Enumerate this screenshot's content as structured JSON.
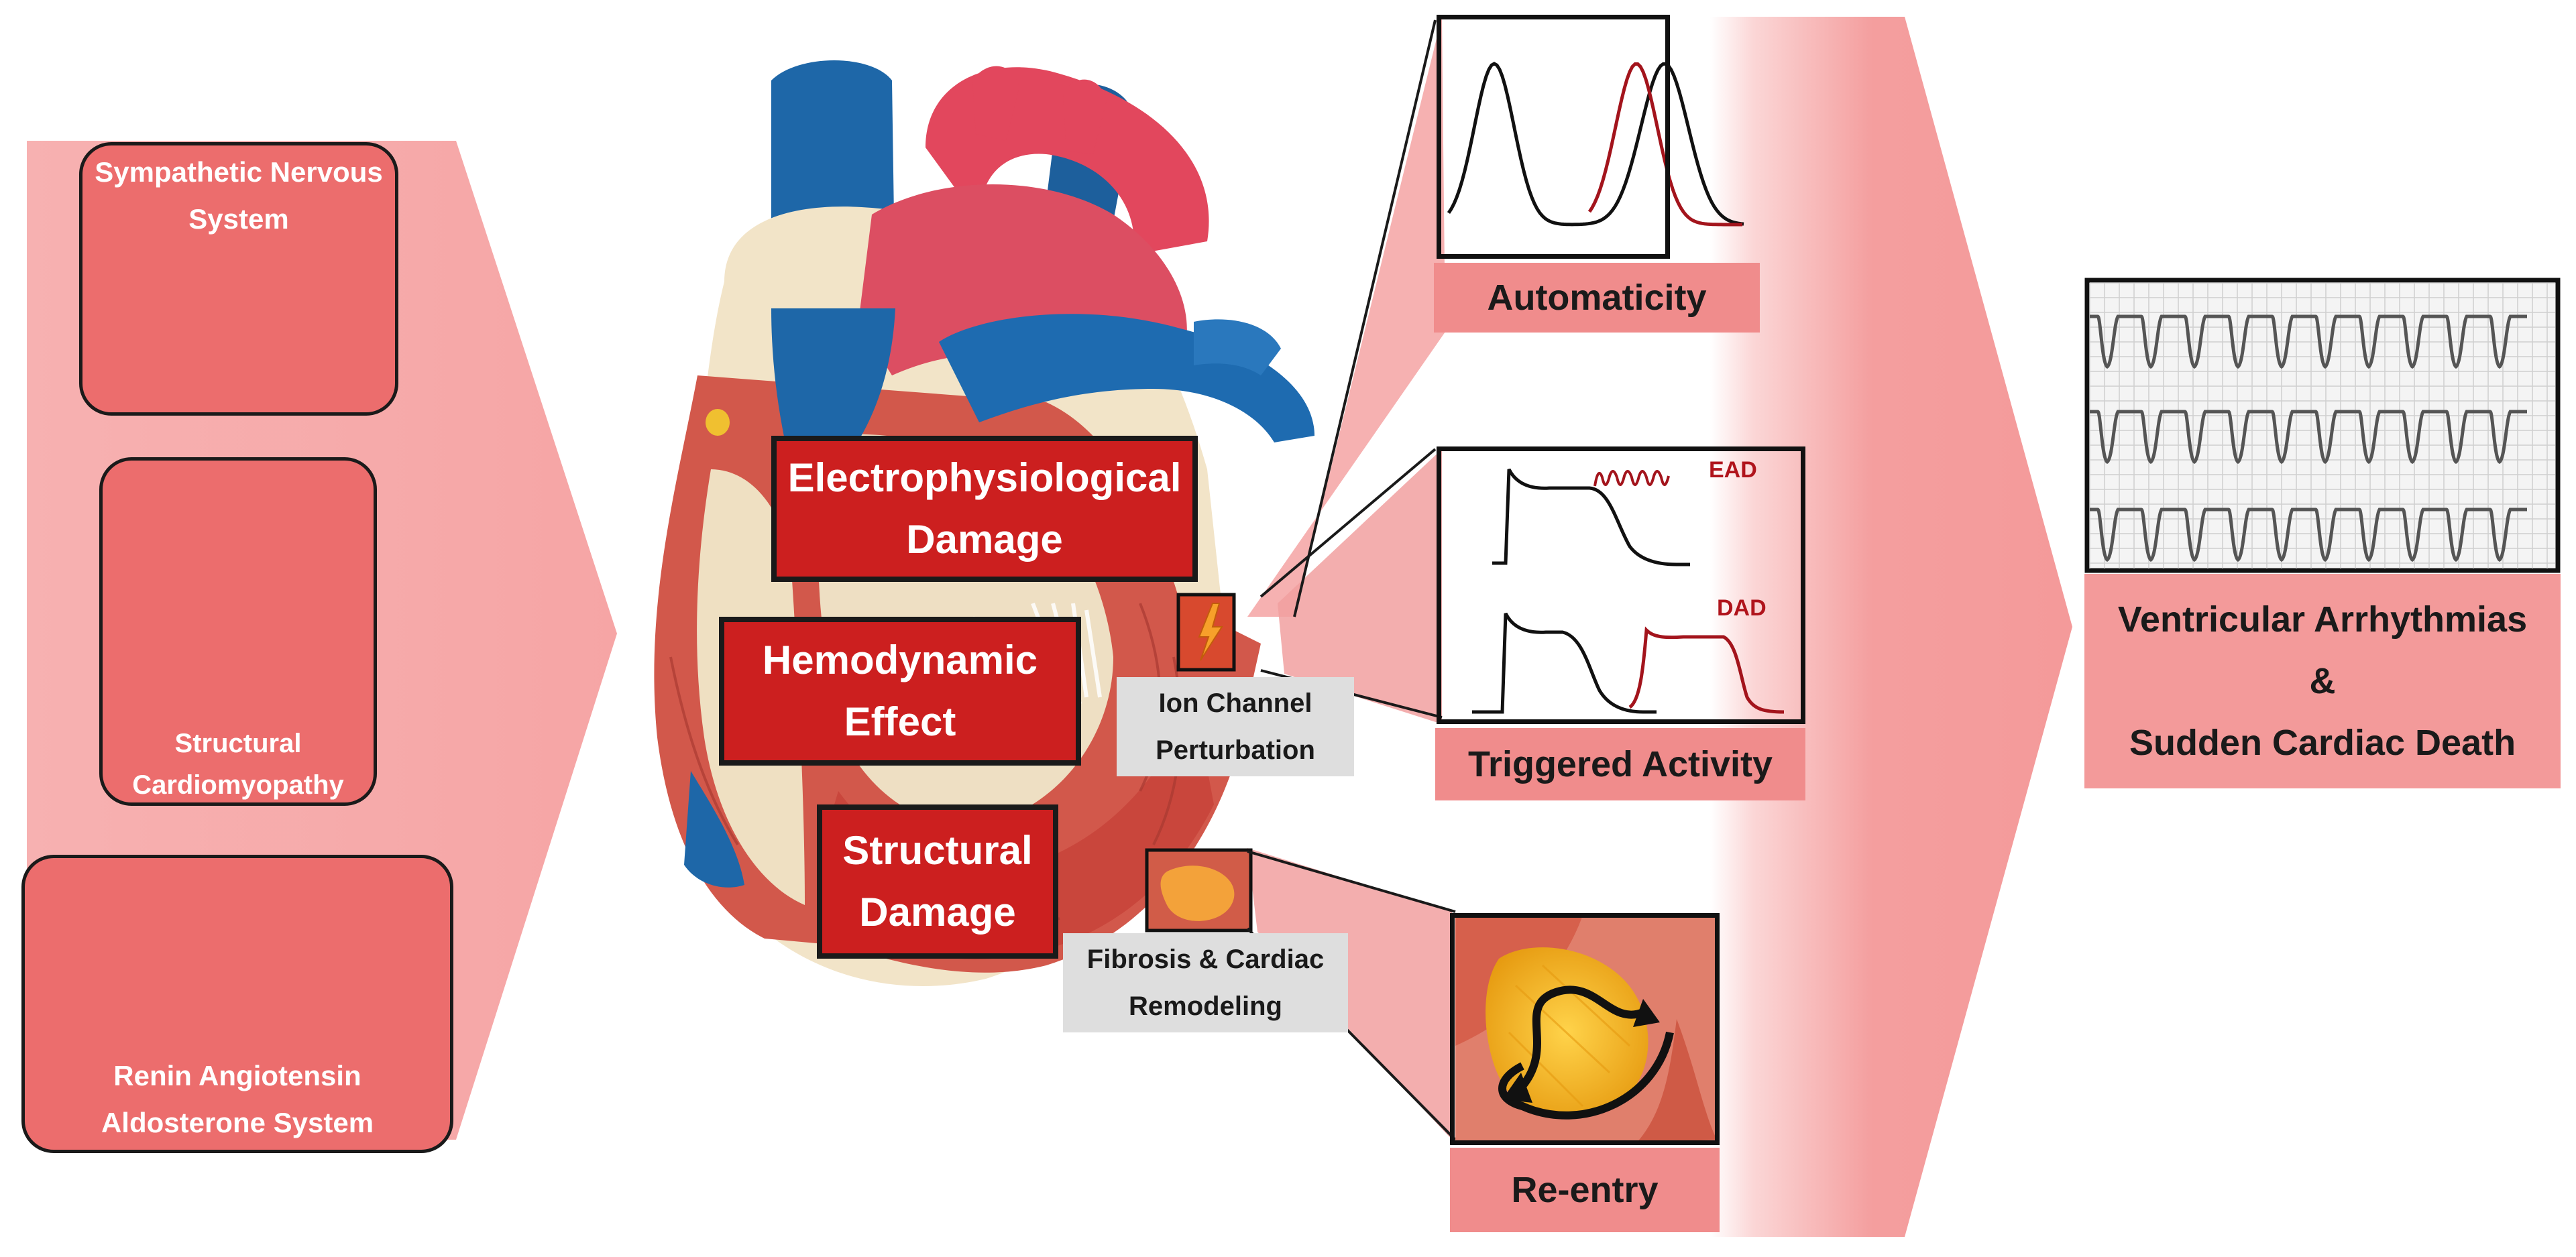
{
  "factors": {
    "sympathetic": [
      "Sympathetic Nervous",
      "System"
    ],
    "structural": [
      "Structural",
      "Cardiomyopathy"
    ],
    "raas": [
      "Renin Angiotensin",
      "Aldosterone System"
    ]
  },
  "damage": {
    "electrophysiological": [
      "Electrophysiological",
      "Damage"
    ],
    "hemodynamic": [
      "Hemodynamic",
      "Effect"
    ],
    "structural": [
      "Structural",
      "Damage"
    ]
  },
  "tags": {
    "ion_channel": [
      "Ion Channel",
      "Perturbation"
    ],
    "fibrosis": [
      "Fibrosis & Cardiac",
      "Remodeling"
    ]
  },
  "mechanisms": {
    "automaticity": "Automaticity",
    "triggered": "Triggered Activity",
    "reentry": "Re-entry",
    "ead": "EAD",
    "dad": "DAD"
  },
  "outcome": [
    "Ventricular Arrhythmias",
    "&",
    "Sudden Cardiac Death"
  ],
  "colors": {
    "factor_card": "#ec6d6d",
    "damage_box": "#cc1f1f",
    "caption": "#f08c8c",
    "trace_red": "#a3141c",
    "arrow_pink": "#f6b3b3"
  }
}
